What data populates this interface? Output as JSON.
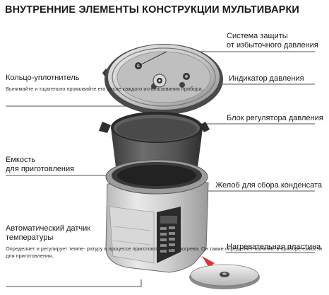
{
  "title": "ВНУТРЕННИЕ ЭЛЕМЕНТЫ КОНСТРУКЦИИ МУЛЬТИВАРКИ",
  "labels": {
    "pressure_protection_1": "Система защиты",
    "pressure_protection_2": "от избыточного давления",
    "sealing_ring": "Кольцо-уплотнитель",
    "sealing_ring_note_1": "Вынимайте и тщательно",
    "sealing_ring_note_2": "промывайте его после каждого",
    "sealing_ring_note_3": "использования прибора.",
    "pressure_indicator": "Индикатор давления",
    "pressure_regulator": "Блок регулятора давления",
    "bowl_1": "Емкость",
    "bowl_2": "для приготовления",
    "condensate_groove": "Желоб для сбора конденсата",
    "temp_sensor_1": "Автоматический датчик",
    "temp_sensor_2": "температуры",
    "temp_note_1": "Определяет и регулирует темпе-",
    "temp_note_2": "ратуру в процессе приготовления",
    "temp_note_3": "и разогрева. Он также определяет",
    "temp_note_4": "наличие в приборе емкости",
    "temp_note_5": "для приготовления.",
    "heating_plate": "Нагревательная пластина"
  }
}
